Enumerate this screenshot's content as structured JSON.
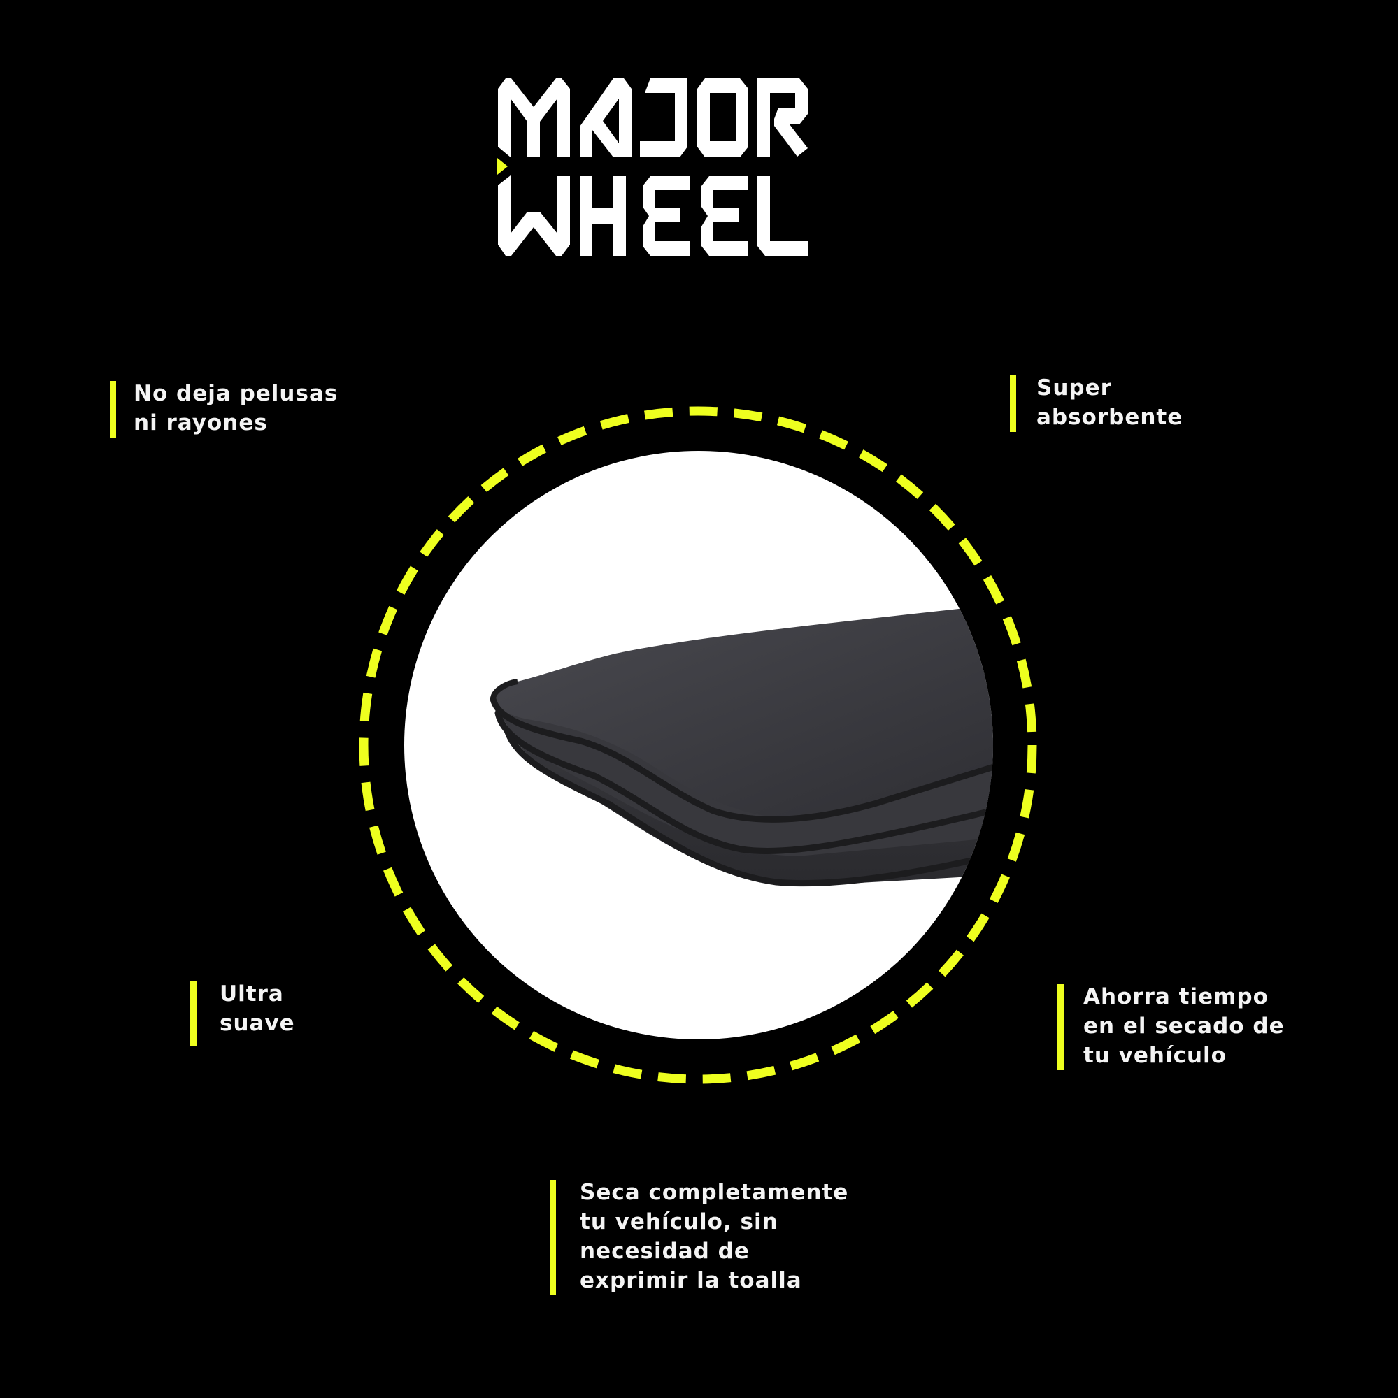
{
  "brand": {
    "name_line1": "MAJOR",
    "name_line2": "WHEEL",
    "accent_color": "#EEFF1F",
    "background_color": "#000000",
    "text_color": "#F4F4F4",
    "logo_mark": "yellow-triangle-play-icon"
  },
  "product": {
    "image": "folded-dark-grey-microfiber-towel",
    "frame": "dashed-yellow-circle"
  },
  "features": [
    {
      "id": "c1",
      "text": "No deja pelusas\nni rayones"
    },
    {
      "id": "c2",
      "text": "Super\nabsorbente"
    },
    {
      "id": "c3",
      "text": "Ultra\nsuave"
    },
    {
      "id": "c4",
      "text": "Ahorra tiempo\nen el secado de\ntu vehículo"
    },
    {
      "id": "c5",
      "text": "Seca completamente\ntu vehículo, sin\nnecesidad de\nexprimir la toalla"
    }
  ]
}
